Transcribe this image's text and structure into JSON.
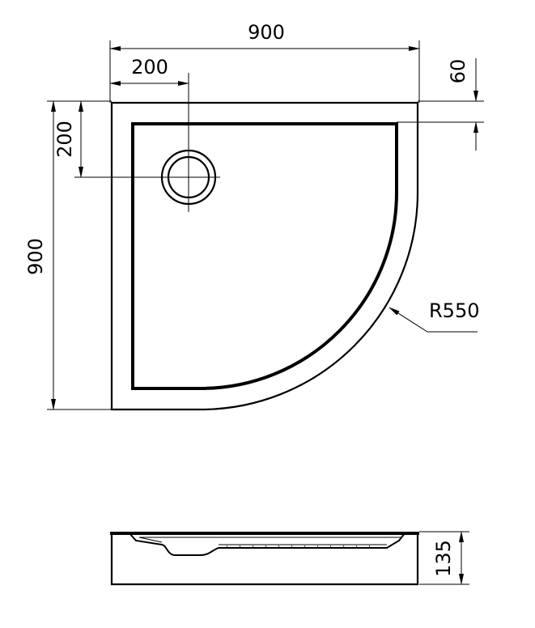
{
  "top_view": {
    "overall_width_label": "900",
    "overall_depth_label": "900",
    "drain_offset_x_label": "200",
    "drain_offset_y_label": "200",
    "rim_width_label": "60",
    "radius_label": "R550"
  },
  "side_view": {
    "height_label": "135"
  },
  "colors": {
    "line": "#000000",
    "background": "#ffffff"
  }
}
